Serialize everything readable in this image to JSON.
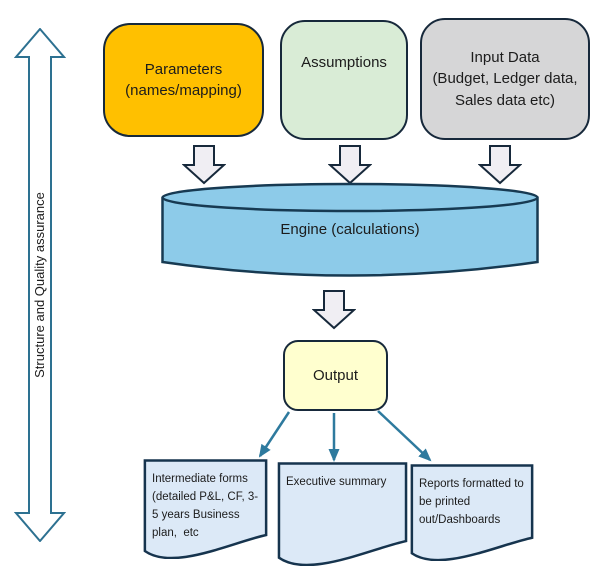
{
  "colors": {
    "outline": "#17293b",
    "teal": "#2d7191",
    "arrow_teal": "#2e7a9e",
    "block_arrow_fill": "#f0eef3",
    "orange": "#ffc000",
    "green": "#d9ecd6",
    "gray": "#d6d6d7",
    "blue": "#8dcbe9",
    "blue_border": "#173a52",
    "yellow": "#ffffcf",
    "doc_fill": "#dce9f7",
    "doc_border": "#16344e",
    "text": "#1c1c1c"
  },
  "side_arrow": {
    "label": "Structure and Quality assurance"
  },
  "top_boxes": [
    {
      "label": "Parameters\n(names/mapping)"
    },
    {
      "label": "Assumptions"
    },
    {
      "label": "Input Data\n(Budget, Ledger data,\nSales data etc)"
    }
  ],
  "engine": {
    "label": "Engine (calculations)"
  },
  "output": {
    "label": "Output"
  },
  "documents": [
    {
      "label": "Intermediate forms\n(detailed P&L, CF, 3-\n5 years Business\nplan,  etc"
    },
    {
      "label": "Executive summary"
    },
    {
      "label": "Reports formatted to\nbe printed\nout/Dashboards"
    }
  ]
}
